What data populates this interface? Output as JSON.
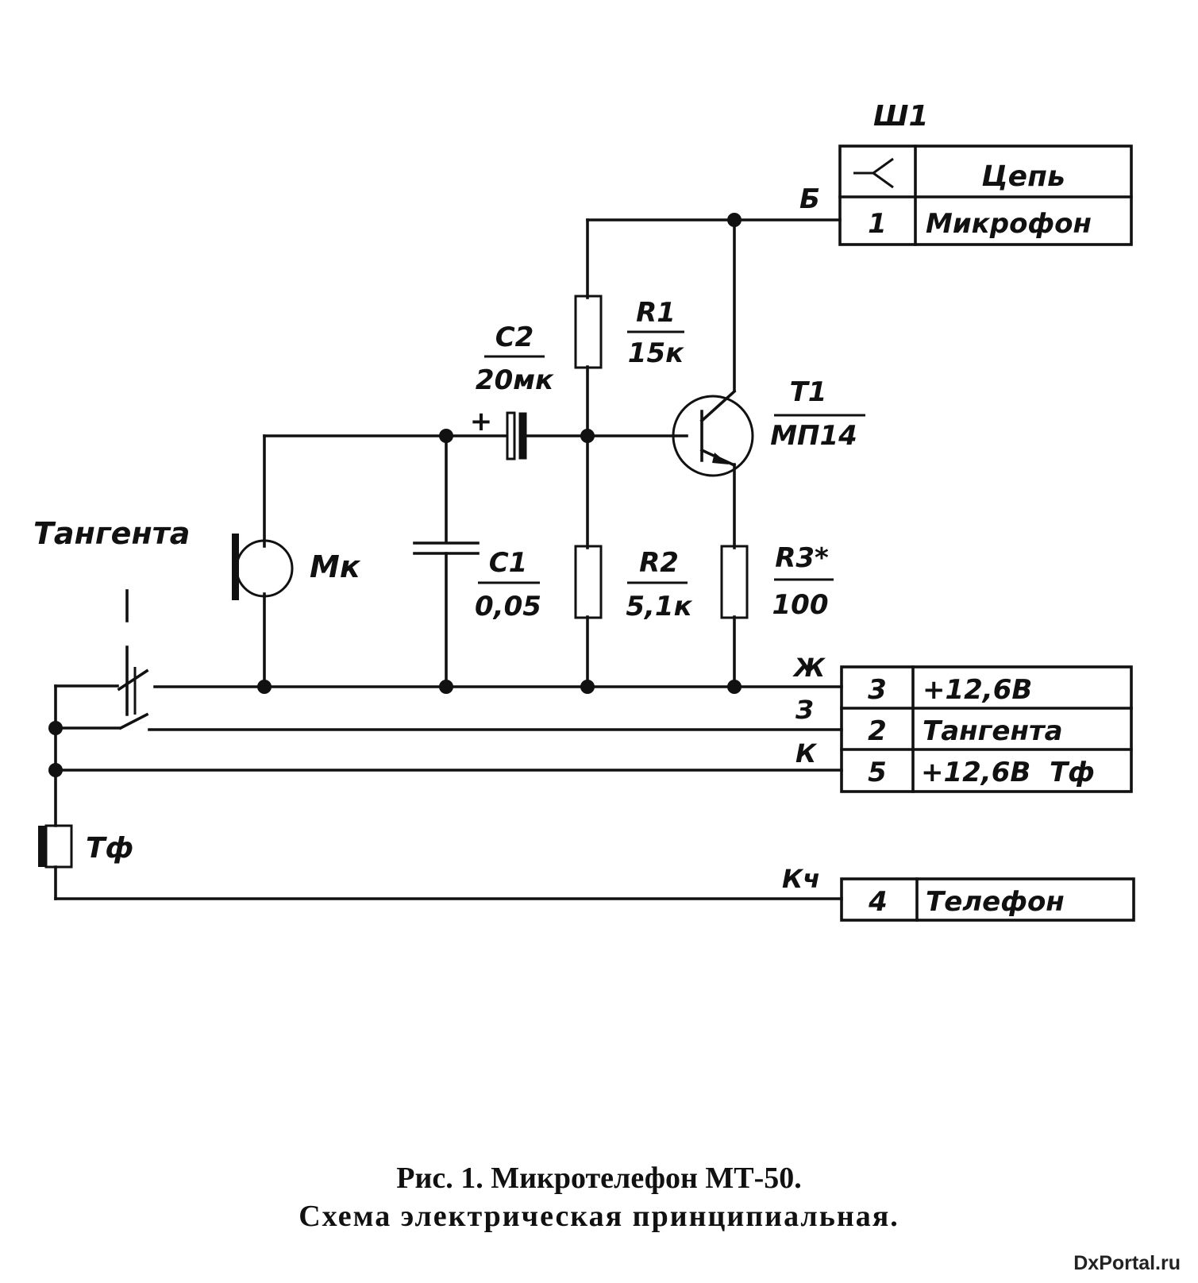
{
  "labels": {
    "connector": "Ш1",
    "mic": "Мк",
    "ptt": "Тангента",
    "earpiece": "Тф",
    "wire_b": "Б",
    "wire_zh": "Ж",
    "wire_z": "З",
    "wire_k": "К",
    "wire_kch": "Кч"
  },
  "components": {
    "r1": {
      "ref": "R1",
      "value": "15к"
    },
    "r2": {
      "ref": "R2",
      "value": "5,1к"
    },
    "r3": {
      "ref": "R3*",
      "value": "100"
    },
    "c1": {
      "ref": "С1",
      "value": "0,05"
    },
    "c2": {
      "ref": "С2",
      "value": "20мк",
      "polarity": "+"
    },
    "t1": {
      "ref": "Т1",
      "value": "МП14"
    }
  },
  "connector_table": {
    "header": {
      "pin_symbol": "contact-fork-icon",
      "circuit": "Цепь"
    },
    "rows": [
      {
        "pin": "1",
        "circuit": "Микрофон"
      },
      {
        "pin": "3",
        "circuit": "+12,6В"
      },
      {
        "pin": "2",
        "circuit": "Тангента"
      },
      {
        "pin": "5",
        "circuit": "+12,6В  Тф"
      },
      {
        "pin": "4",
        "circuit": "Телефон"
      }
    ]
  },
  "caption": {
    "line1": "Рис. 1. Микротелефон МТ-50.",
    "line2": "Схема электрическая принципиальная."
  },
  "watermark": "DxPortal.ru"
}
